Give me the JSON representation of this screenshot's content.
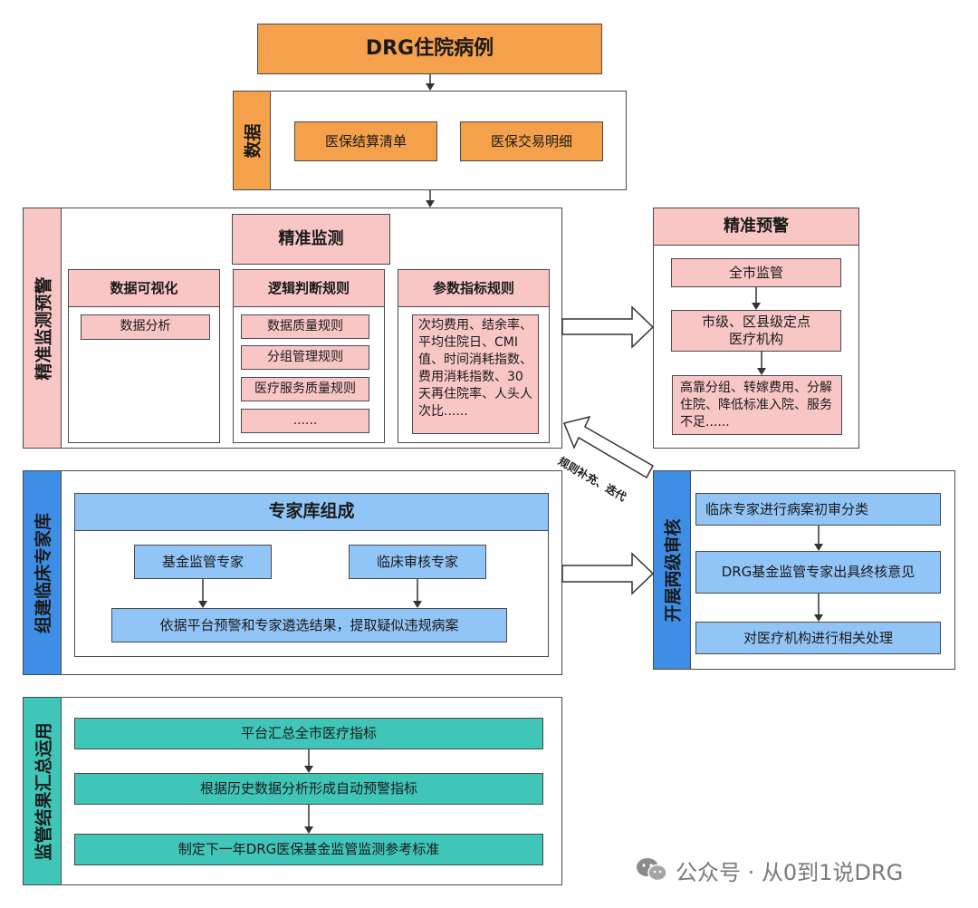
{
  "title": "DRG住院病例",
  "data_section": {
    "label": "数据",
    "items": [
      "医保结算清单",
      "医保交易明细"
    ]
  },
  "monitor_section": {
    "label": "精准监测预警",
    "header": "精准监测",
    "columns": {
      "visual": {
        "title": "数据可视化",
        "items": [
          "数据分析"
        ]
      },
      "logic": {
        "title": "逻辑判断规则",
        "items": [
          "数据质量规则",
          "分组管理规则",
          "医疗服务质量规则",
          "......"
        ]
      },
      "param": {
        "title": "参数指标规则",
        "text": "次均费用、结余率、平均住院日、CMI值、时间消耗指数、费用消耗指数、30天再住院率、人头人次比......"
      }
    }
  },
  "warning_section": {
    "title": "精准预警",
    "items": [
      "全市监管",
      "市级、区县级定点医疗机构",
      "高靠分组、转嫁费用、分解住院、降低标准入院、服务不足......"
    ]
  },
  "feedback_label": "规则补充、迭代",
  "expert_section": {
    "label": "组建临床专家库",
    "header": "专家库组成",
    "experts": [
      "基金监管专家",
      "临床审核专家"
    ],
    "result": "依据平台预警和专家遴选结果，提取疑似违规病案"
  },
  "review_section": {
    "label": "开展两级审核",
    "steps": [
      "临床专家进行病案初审分类",
      "DRG基金监管专家出具终核意见",
      "对医疗机构进行相关处理"
    ]
  },
  "summary_section": {
    "label": "监管结果汇总运用",
    "steps": [
      "平台汇总全市医疗指标",
      "根据历史数据分析形成自动预警指标",
      "制定下一年DRG医保基金监管监测参考标准"
    ]
  },
  "watermark": "公众号 · 从0到1说DRG",
  "colors": {
    "orange": "#f5a04a",
    "pink": "#f9c6c6",
    "blue": "#92c5f7",
    "blue_strong": "#3f8ee6",
    "teal": "#3fc6b8",
    "border": "#4a4a4a"
  }
}
